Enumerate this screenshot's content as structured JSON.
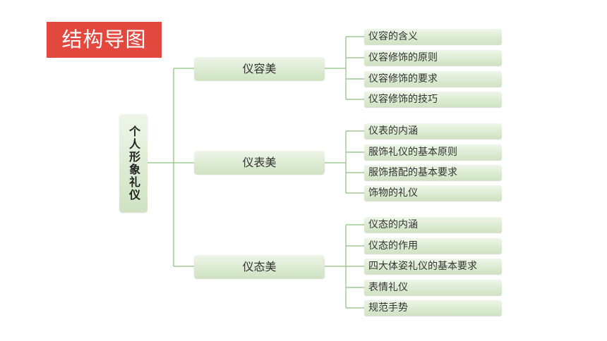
{
  "title": "结构导图",
  "root": "个人形象礼仪",
  "branches": [
    {
      "label": "仪容美",
      "items": [
        "仪容的含义",
        "仪容修饰的原则",
        "仪容修饰的要求",
        "仪容修饰的技巧"
      ]
    },
    {
      "label": "仪表美",
      "items": [
        "仪表的内涵",
        "服饰礼仪的基本原则",
        "服饰搭配的基本要求",
        "饰物的礼仪"
      ]
    },
    {
      "label": "仪态美",
      "items": [
        "仪态的内涵",
        "仪态的作用",
        "四大体姿礼仪的基本要求",
        "表情礼仪",
        "规范手势"
      ]
    }
  ],
  "colors": {
    "title_bg": "#e2483e",
    "node_fill": "#dcebd2",
    "connector": "#8fbf7e"
  }
}
